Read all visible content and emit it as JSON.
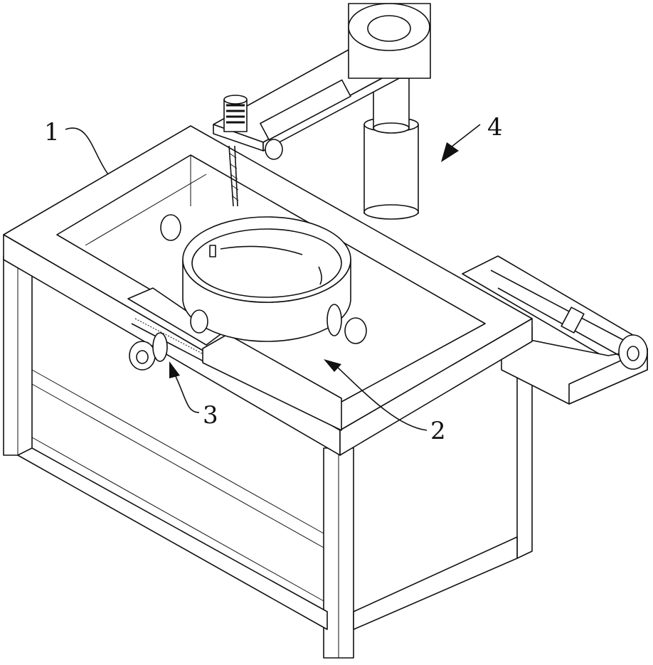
{
  "figure": {
    "labels": {
      "frame": "1",
      "ring_clamp": "2",
      "rack_slide": "3",
      "drill_arm": "4"
    },
    "colors": {
      "line": "#111111",
      "background": "#ffffff"
    }
  }
}
